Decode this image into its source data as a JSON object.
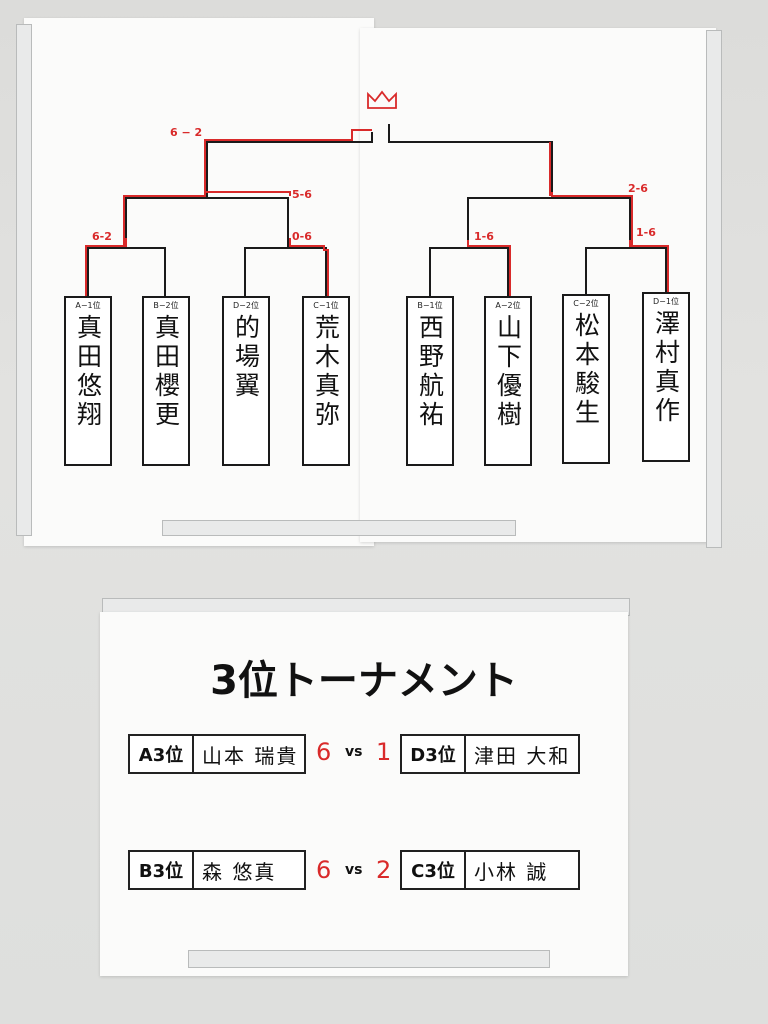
{
  "bracket": {
    "left_final_score": "6 − 2",
    "score_upper_left": "5-6",
    "score_a": "6-2",
    "score_b": "0-6",
    "score_c": "1-6",
    "score_d": "1-6",
    "right_final_score": "2-6",
    "players": [
      {
        "rank": "A−1位",
        "name": "真田悠翔"
      },
      {
        "rank": "B−2位",
        "name": "真田櫻更"
      },
      {
        "rank": "D−2位",
        "name": "的場翼"
      },
      {
        "rank": "C−1位",
        "name": "荒木真弥"
      },
      {
        "rank": "B−1位",
        "name": "西野航祐"
      },
      {
        "rank": "A−2位",
        "name": "山下優樹"
      },
      {
        "rank": "C−2位",
        "name": "松本駿生"
      },
      {
        "rank": "D−1位",
        "name": "澤村真作"
      }
    ],
    "colors": {
      "line": "#1a1a1a",
      "win": "#d92a2a"
    }
  },
  "third_place": {
    "title": "3位トーナメント",
    "matches": [
      {
        "left_label": "A3位",
        "left_name": "山本 瑞貴",
        "left_score": "6",
        "vs": "vs",
        "right_score": "1",
        "right_label": "D3位",
        "right_name": "津田 大和"
      },
      {
        "left_label": "B3位",
        "left_name": "森 悠真",
        "left_score": "6",
        "vs": "vs",
        "right_score": "2",
        "right_label": "C3位",
        "right_name": "小林 誠"
      }
    ]
  }
}
